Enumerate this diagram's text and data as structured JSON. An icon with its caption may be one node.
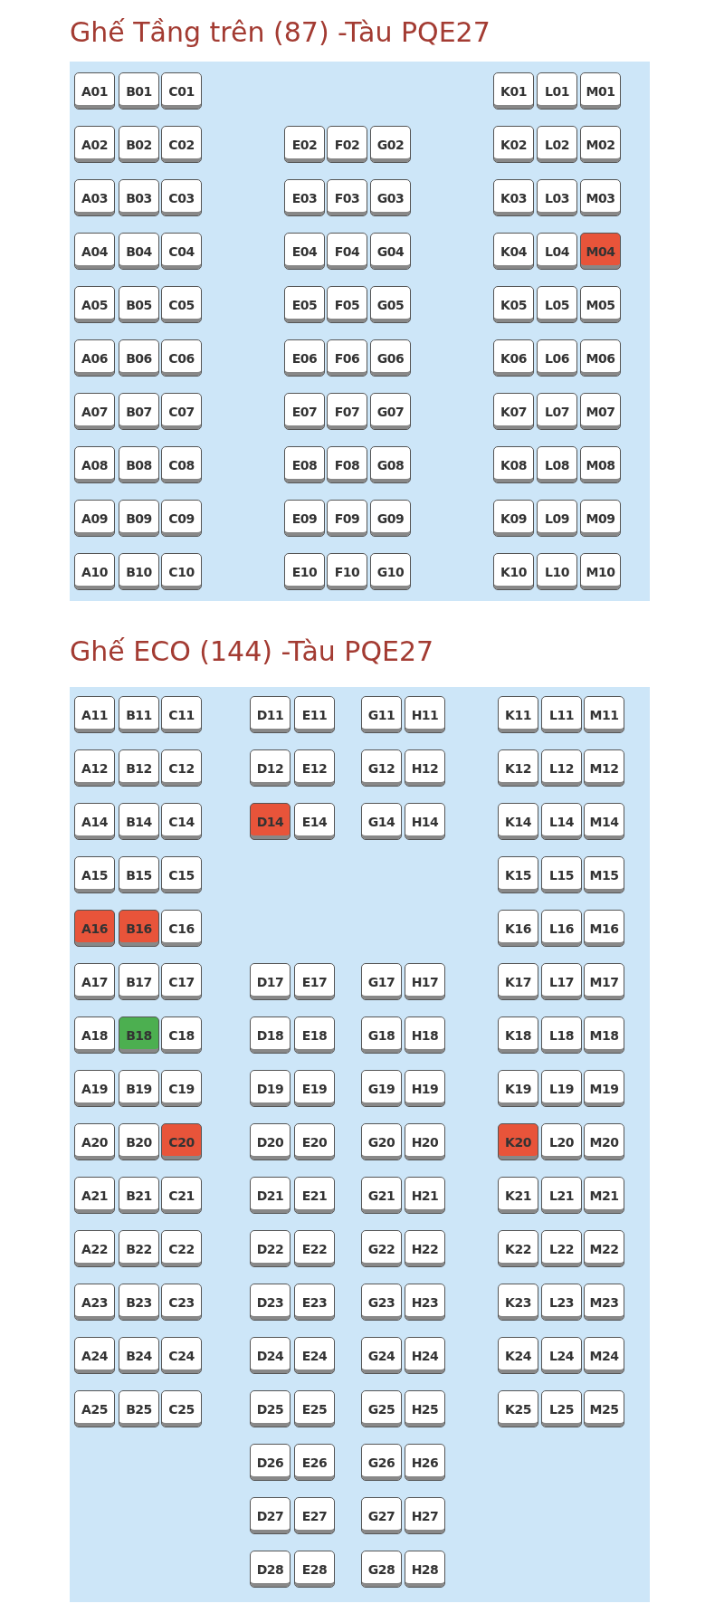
{
  "diagram": {
    "nodes": [
      {
        "text": [
          "Ghế Tầng trên (87) -Tàu PQE27"
        ]
      },
      {
        "text": [
          "A01"
        ],
        "in": 0
      },
      {
        "text": [
          "B01"
        ],
        "in": 0
      },
      {
        "text": [
          "C01"
        ],
        "in": 0
      },
      {
        "text": [
          "K01"
        ],
        "in": 0
      },
      {
        "text": [
          "L01"
        ],
        "in": 0
      },
      {
        "text": [
          "M01"
        ],
        "in": 0
      },
      {
        "text": [
          "A02"
        ],
        "in": 0
      },
      {
        "text": [
          "B02"
        ],
        "in": 0
      },
      {
        "text": [
          "C02"
        ],
        "in": 0
      },
      {
        "text": [
          "E02"
        ],
        "in": 0
      },
      {
        "text": [
          "F02"
        ],
        "in": 0
      },
      {
        "text": [
          "G02"
        ],
        "in": 0
      },
      {
        "text": [
          "K02"
        ],
        "in": 0
      },
      {
        "text": [
          "L02"
        ],
        "in": 0
      },
      {
        "text": [
          "M02"
        ],
        "in": 0
      },
      {
        "text": [
          "A03"
        ],
        "in": 0
      },
      {
        "text": [
          "B03"
        ],
        "in": 0
      },
      {
        "text": [
          "C03"
        ],
        "in": 0
      },
      {
        "text": [
          "E03"
        ],
        "in": 0
      },
      {
        "text": [
          "F03"
        ],
        "in": 0
      },
      {
        "text": [
          "G03"
        ],
        "in": 0
      },
      {
        "text": [
          "K03"
        ],
        "in": 0
      },
      {
        "text": [
          "L03"
        ],
        "in": 0
      },
      {
        "text": [
          "M03"
        ],
        "in": 0
      },
      {
        "text": [
          "A04"
        ],
        "in": 0
      },
      {
        "text": [
          "B04"
        ],
        "in": 0
      },
      {
        "text": [
          "C04"
        ],
        "in": 0
      },
      {
        "text": [
          "E04"
        ],
        "in": 0
      },
      {
        "text": [
          "F04"
        ],
        "in": 0
      },
      {
        "text": [
          "G04"
        ],
        "in": 0
      },
      {
        "text": [
          "K04"
        ],
        "in": 0
      },
      {
        "text": [
          "L04"
        ],
        "in": 0
      },
      {
        "text": [
          "M04"
        ],
        "in": 0
      },
      {
        "text": [
          "A05"
        ],
        "in": 0
      },
      {
        "text": [
          "B05"
        ],
        "in": 0
      },
      {
        "text": [
          "C05"
        ],
        "in": 0
      },
      {
        "text": [
          "E05"
        ],
        "in": 0
      },
      {
        "text": [
          "F05"
        ],
        "in": 0
      },
      {
        "text": [
          "G05"
        ],
        "in": 0
      },
      {
        "text": [
          "K05"
        ],
        "in": 0
      },
      {
        "text": [
          "L05"
        ],
        "in": 0
      },
      {
        "text": [
          "M05"
        ],
        "in": 0
      },
      {
        "text": [
          "A06"
        ],
        "in": 0
      },
      {
        "text": [
          "B06"
        ],
        "in": 0
      },
      {
        "text": [
          "C06"
        ],
        "in": 0
      },
      {
        "text": [
          "E06"
        ],
        "in": 0
      },
      {
        "text": [
          "F06"
        ],
        "in": 0
      },
      {
        "text": [
          "G06"
        ],
        "in": 0
      },
      {
        "text": [
          "K06"
        ],
        "in": 0
      },
      {
        "text": [
          "L06"
        ],
        "in": 0
      },
      {
        "text": [
          "M06"
        ],
        "in": 0
      },
      {
        "text": [
          "A07"
        ],
        "in": 0
      },
      {
        "text": [
          "B07"
        ],
        "in": 0
      },
      {
        "text": [
          "C07"
        ],
        "in": 0
      },
      {
        "text": [
          "E07"
        ],
        "in": 0
      },
      {
        "text": [
          "F07"
        ],
        "in": 0
      },
      {
        "text": [
          "G07"
        ],
        "in": 0
      },
      {
        "text": [
          "K07"
        ],
        "in": 0
      },
      {
        "text": [
          "L07"
        ],
        "in": 0
      },
      {
        "text": [
          "M07"
        ],
        "in": 0
      },
      {
        "text": [
          "A08"
        ],
        "in": 0
      },
      {
        "text": [
          "B08"
        ],
        "in": 0
      },
      {
        "text": [
          "C08"
        ],
        "in": 0
      },
      {
        "text": [
          "E08"
        ],
        "in": 0
      },
      {
        "text": [
          "F08"
        ],
        "in": 0
      },
      {
        "text": [
          "G08"
        ],
        "in": 0
      },
      {
        "text": [
          "K08"
        ],
        "in": 0
      },
      {
        "text": [
          "L08"
        ],
        "in": 0
      },
      {
        "text": [
          "M08"
        ],
        "in": 0
      },
      {
        "text": [
          "A09"
        ],
        "in": 0
      },
      {
        "text": [
          "B09"
        ],
        "in": 0
      },
      {
        "text": [
          "C09"
        ],
        "in": 0
      },
      {
        "text": [
          "E09"
        ],
        "in": 0
      },
      {
        "text": [
          "F09"
        ],
        "in": 0
      },
      {
        "text": [
          "G09"
        ],
        "in": 0
      },
      {
        "text": [
          "K09"
        ],
        "in": 0
      },
      {
        "text": [
          "L09"
        ],
        "in": 0
      },
      {
        "text": [
          "M09"
        ],
        "in": 0
      },
      {
        "text": [
          "A10"
        ],
        "in": 0
      },
      {
        "text": [
          "B10"
        ],
        "in": 0
      },
      {
        "text": [
          "C10"
        ],
        "in": 0
      },
      {
        "text": [
          "E10"
        ],
        "in": 0
      },
      {
        "text": [
          "F10"
        ],
        "in": 0
      },
      {
        "text": [
          "G10"
        ],
        "in": 0
      },
      {
        "text": [
          "K10"
        ],
        "in": 0
      },
      {
        "text": [
          "L10"
        ],
        "in": 0
      },
      {
        "text": [
          "M10"
        ],
        "in": 0
      },
      {
        "text": [
          "Ghế ECO (144) -Tàu PQE27"
        ]
      },
      {
        "text": [
          "A11"
        ],
        "in": 88
      },
      {
        "text": [
          "B11"
        ],
        "in": 88
      },
      {
        "text": [
          "C11"
        ],
        "in": 88
      },
      {
        "text": [
          "D11"
        ],
        "in": 88
      },
      {
        "text": [
          "E11"
        ],
        "in": 88
      },
      {
        "text": [
          "G11"
        ],
        "in": 88
      },
      {
        "text": [
          "H11"
        ],
        "in": 88
      },
      {
        "text": [
          "K11"
        ],
        "in": 88
      },
      {
        "text": [
          "L11"
        ],
        "in": 88
      },
      {
        "text": [
          "M11"
        ],
        "in": 88
      },
      {
        "text": [
          "A12"
        ],
        "in": 88
      },
      {
        "text": [
          "B12"
        ],
        "in": 88
      },
      {
        "text": [
          "C12"
        ],
        "in": 88
      },
      {
        "text": [
          "D12"
        ],
        "in": 88
      },
      {
        "text": [
          "E12"
        ],
        "in": 88
      },
      {
        "text": [
          "G12"
        ],
        "in": 88
      },
      {
        "text": [
          "H12"
        ],
        "in": 88
      },
      {
        "text": [
          "K12"
        ],
        "in": 88
      },
      {
        "text": [
          "L12"
        ],
        "in": 88
      },
      {
        "text": [
          "M12"
        ],
        "in": 88
      },
      {
        "text": [
          "A14"
        ],
        "in": 88
      },
      {
        "text": [
          "B14"
        ],
        "in": 88
      },
      {
        "text": [
          "C14"
        ],
        "in": 88
      },
      {
        "text": [
          "D14"
        ],
        "in": 88
      },
      {
        "text": [
          "E14"
        ],
        "in": 88
      },
      {
        "text": [
          "G14"
        ],
        "in": 88
      },
      {
        "text": [
          "H14"
        ],
        "in": 88
      },
      {
        "text": [
          "K14"
        ],
        "in": 88
      },
      {
        "text": [
          "L14"
        ],
        "in": 88
      },
      {
        "text": [
          "M14"
        ],
        "in": 88
      },
      {
        "text": [
          "A15"
        ],
        "in": 88
      },
      {
        "text": [
          "B15"
        ],
        "in": 88
      },
      {
        "text": [
          "C15"
        ],
        "in": 88
      },
      {
        "text": [
          "K15"
        ],
        "in": 88
      },
      {
        "text": [
          "L15"
        ],
        "in": 88
      },
      {
        "text": [
          "M15"
        ],
        "in": 88
      },
      {
        "text": [
          "A16"
        ],
        "in": 88
      },
      {
        "text": [
          "B16"
        ],
        "in": 88
      },
      {
        "text": [
          "C16"
        ],
        "in": 88
      },
      {
        "text": [
          "K16"
        ],
        "in": 88
      },
      {
        "text": [
          "L16"
        ],
        "in": 88
      },
      {
        "text": [
          "M16"
        ],
        "in": 88
      },
      {
        "text": [
          "A17"
        ],
        "in": 88
      },
      {
        "text": [
          "B17"
        ],
        "in": 88
      },
      {
        "text": [
          "C17"
        ],
        "in": 88
      },
      {
        "text": [
          "D17"
        ],
        "in": 88
      },
      {
        "text": [
          "E17"
        ],
        "in": 88
      },
      {
        "text": [
          "G17"
        ],
        "in": 88
      },
      {
        "text": [
          "H17"
        ],
        "in": 88
      },
      {
        "text": [
          "K17"
        ],
        "in": 88
      },
      {
        "text": [
          "L17"
        ],
        "in": 88
      },
      {
        "text": [
          "M17"
        ],
        "in": 88
      },
      {
        "text": [
          "A18"
        ],
        "in": 88
      },
      {
        "text": [
          "B18"
        ],
        "in": 88
      },
      {
        "text": [
          "C18"
        ],
        "in": 88
      },
      {
        "text": [
          "D18"
        ],
        "in": 88
      },
      {
        "text": [
          "E18"
        ],
        "in": 88
      },
      {
        "text": [
          "G18"
        ],
        "in": 88
      },
      {
        "text": [
          "H18"
        ],
        "in": 88
      },
      {
        "text": [
          "K18"
        ],
        "in": 88
      },
      {
        "text": [
          "L18"
        ],
        "in": 88
      },
      {
        "text": [
          "M18"
        ],
        "in": 88
      },
      {
        "text": [
          "A19"
        ],
        "in": 88
      },
      {
        "text": [
          "B19"
        ],
        "in": 88
      },
      {
        "text": [
          "C19"
        ],
        "in": 88
      },
      {
        "text": [
          "D19"
        ],
        "in": 88
      },
      {
        "text": [
          "E19"
        ],
        "in": 88
      },
      {
        "text": [
          "G19"
        ],
        "in": 88
      },
      {
        "text": [
          "H19"
        ],
        "in": 88
      },
      {
        "text": [
          "K19"
        ],
        "in": 88
      },
      {
        "text": [
          "L19"
        ],
        "in": 88
      },
      {
        "text": [
          "M19"
        ],
        "in": 88
      },
      {
        "text": [
          "A20"
        ],
        "in": 88
      },
      {
        "text": [
          "B20"
        ],
        "in": 88
      },
      {
        "text": [
          "C20"
        ],
        "in": 88
      },
      {
        "text": [
          "D20"
        ],
        "in": 88
      },
      {
        "text": [
          "E20"
        ],
        "in": 88
      },
      {
        "text": [
          "G20"
        ],
        "in": 88
      },
      {
        "text": [
          "H20"
        ],
        "in": 88
      },
      {
        "text": [
          "K20"
        ],
        "in": 88
      },
      {
        "text": [
          "L20"
        ],
        "in": 88
      },
      {
        "text": [
          "M20"
        ],
        "in": 88
      },
      {
        "text": [
          "A21"
        ],
        "in": 88
      },
      {
        "text": [
          "B21"
        ],
        "in": 88
      },
      {
        "text": [
          "C21"
        ],
        "in": 88
      },
      {
        "text": [
          "D21"
        ],
        "in": 88
      },
      {
        "text": [
          "E21"
        ],
        "in": 88
      },
      {
        "text": [
          "G21"
        ],
        "in": 88
      },
      {
        "text": [
          "H21"
        ],
        "in": 88
      },
      {
        "text": [
          "K21"
        ],
        "in": 88
      },
      {
        "text": [
          "L21"
        ],
        "in": 88
      },
      {
        "text": [
          "M21"
        ],
        "in": 88
      },
      {
        "text": [
          "A22"
        ],
        "in": 88
      },
      {
        "text": [
          "B22"
        ],
        "in": 88
      },
      {
        "text": [
          "C22"
        ],
        "in": 88
      },
      {
        "text": [
          "D22"
        ],
        "in": 88
      },
      {
        "text": [
          "E22"
        ],
        "in": 88
      },
      {
        "text": [
          "G22"
        ],
        "in": 88
      },
      {
        "text": [
          "H22"
        ],
        "in": 88
      },
      {
        "text": [
          "K22"
        ],
        "in": 88
      },
      {
        "text": [
          "L22"
        ],
        "in": 88
      },
      {
        "text": [
          "M22"
        ],
        "in": 88
      },
      {
        "text": [
          "A23"
        ],
        "in": 88
      },
      {
        "text": [
          "B23"
        ],
        "in": 88
      },
      {
        "text": [
          "C23"
        ],
        "in": 88
      },
      {
        "text": [
          "D23"
        ],
        "in": 88
      },
      {
        "text": [
          "E23"
        ],
        "in": 88
      },
      {
        "text": [
          "G23"
        ],
        "in": 88
      },
      {
        "text": [
          "H23"
        ],
        "in": 88
      },
      {
        "text": [
          "K23"
        ],
        "in": 88
      },
      {
        "text": [
          "L23"
        ],
        "in": 88
      },
      {
        "text": [
          "M23"
        ],
        "in": 88
      },
      {
        "text": [
          "A24"
        ],
        "in": 88
      },
      {
        "text": [
          "B24"
        ],
        "in": 88
      },
      {
        "text": [
          "C24"
        ],
        "in": 88
      },
      {
        "text": [
          "D24"
        ],
        "in": 88
      },
      {
        "text": [
          "E24"
        ],
        "in": 88
      },
      {
        "text": [
          "G24"
        ],
        "in": 88
      },
      {
        "text": [
          "H24"
        ],
        "in": 88
      },
      {
        "text": [
          "K24"
        ],
        "in": 88
      },
      {
        "text": [
          "L24"
        ],
        "in": 88
      },
      {
        "text": [
          "M24"
        ],
        "in": 88
      },
      {
        "text": [
          "A25"
        ],
        "in": 88
      },
      {
        "text": [
          "B25"
        ],
        "in": 88
      },
      {
        "text": [
          "C25"
        ],
        "in": 88
      },
      {
        "text": [
          "D25"
        ],
        "in": 88
      },
      {
        "text": [
          "E25"
        ],
        "in": 88
      },
      {
        "text": [
          "G25"
        ],
        "in": 88
      },
      {
        "text": [
          "H25"
        ],
        "in": 88
      },
      {
        "text": [
          "K25"
        ],
        "in": 88
      },
      {
        "text": [
          "L25"
        ],
        "in": 88
      },
      {
        "text": [
          "M25"
        ],
        "in": 88
      },
      {
        "text": [
          "D26"
        ],
        "in": 88
      },
      {
        "text": [
          "E26"
        ],
        "in": 88
      },
      {
        "text": [
          "G26"
        ],
        "in": 88
      },
      {
        "text": [
          "H26"
        ],
        "in": 88
      },
      {
        "text": [
          "D27"
        ],
        "in": 88
      },
      {
        "text": [
          "E27"
        ],
        "in": 88
      },
      {
        "text": [
          "G27"
        ],
        "in": 88
      },
      {
        "text": [
          "H27"
        ],
        "in": 88
      },
      {
        "text": [
          "D28"
        ],
        "in": 88
      },
      {
        "text": [
          "E28"
        ],
        "in": 88
      },
      {
        "text": [
          "G28"
        ],
        "in": 88
      },
      {
        "text": [
          "H28"
        ],
        "in": 88
      }
    ],
    "edges": []
  }
}
